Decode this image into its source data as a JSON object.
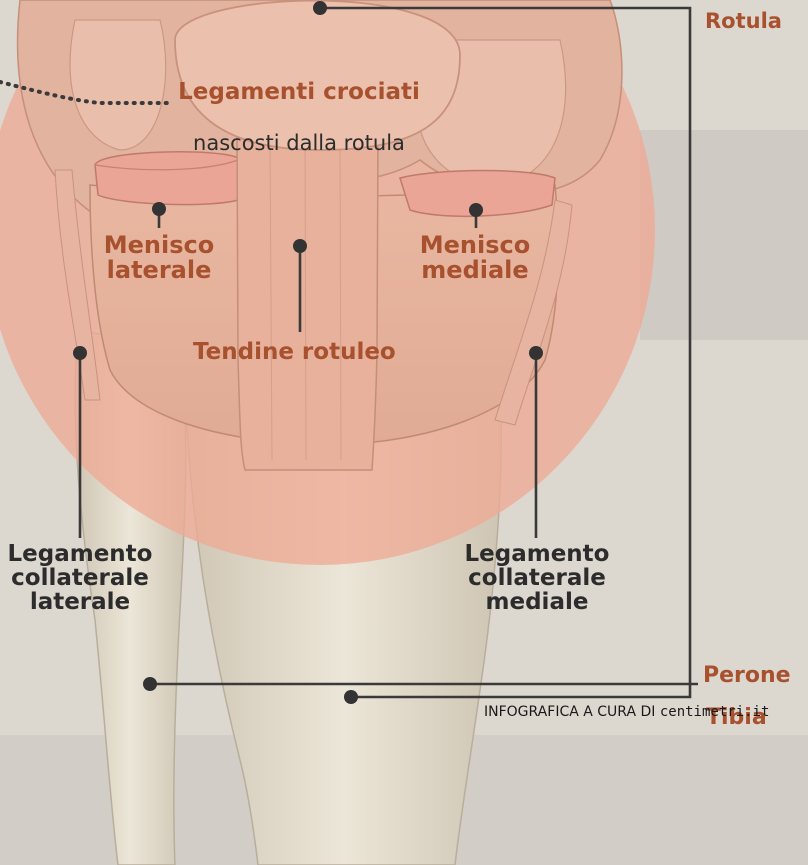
{
  "colors": {
    "accent": "#a8512f",
    "text_dark": "#2c2c2c",
    "leader": "#3a3a3a",
    "highlight": "#eeaa95",
    "bone": "#e6dfcf",
    "meniscus": "#eaa597",
    "paper": "#dcd7cf"
  },
  "labels": {
    "rotula": "Rotula",
    "legamenti_crociati": "Legamenti crociati",
    "legamenti_crociati_sub": "nascosti dalla rotula",
    "menisco_laterale": "Menisco\nlaterale",
    "menisco_mediale": "Menisco\nmediale",
    "tendine_rotuleo": "Tendine rotuleo",
    "legamento_collaterale_laterale": "Legamento\ncollaterale\nlaterale",
    "legamento_collaterale_mediale": "Legamento\ncollaterale\nmediale",
    "perone": "Perone",
    "tibia": "Tibia"
  },
  "credit": {
    "prefix": "INFOGRAFICA A CURA DI ",
    "brand": "centimetri.it"
  }
}
